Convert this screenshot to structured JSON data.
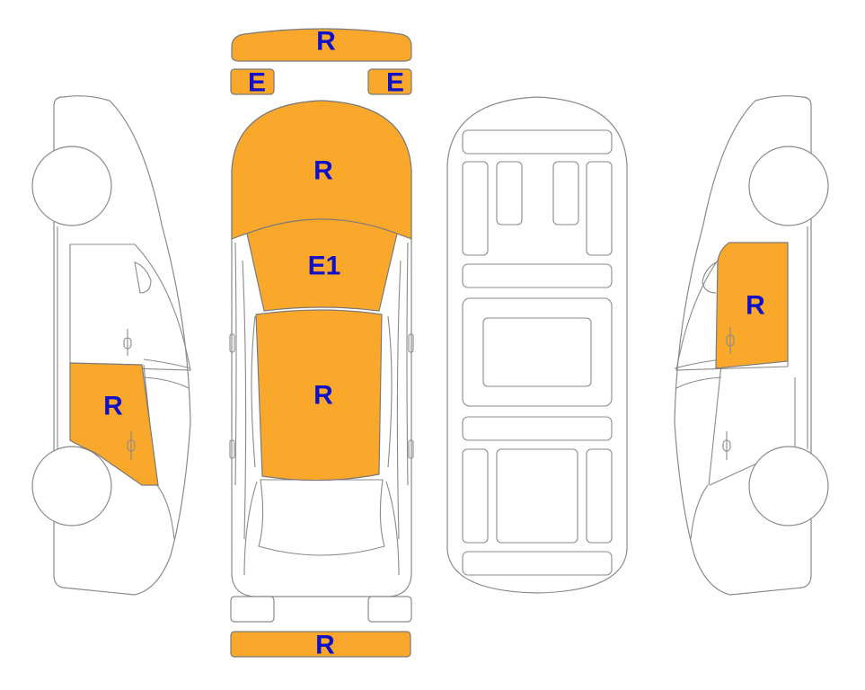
{
  "colors": {
    "damage_fill": "#F9A82B",
    "label_text": "#1010C8",
    "outline": "#8A8A8A"
  },
  "parts": {
    "front_bumper": "R",
    "left_mirror": "E",
    "right_mirror": "E",
    "hood": "R",
    "windshield": "E1",
    "roof": "R",
    "rear_bumper": "R",
    "left_rear_door": "R",
    "right_front_door": "R"
  }
}
